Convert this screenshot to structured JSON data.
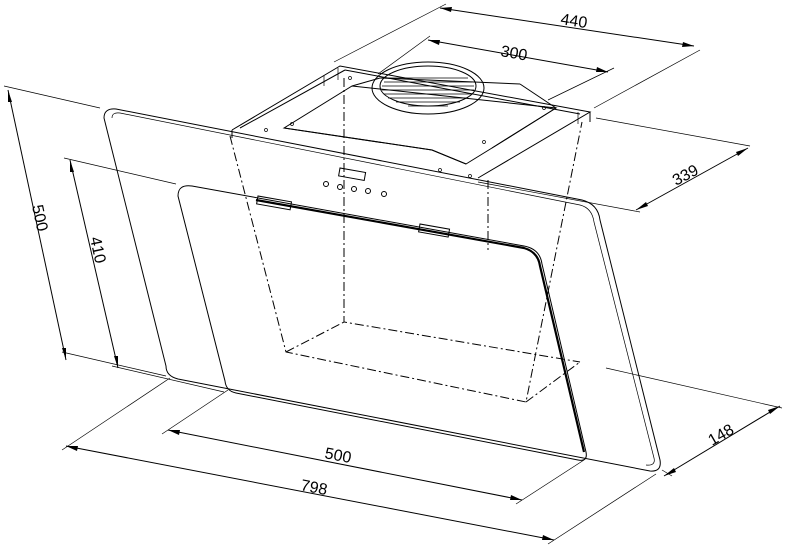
{
  "dimensions": {
    "top_width": "440",
    "motor_width": "300",
    "depth_top": "339",
    "height_total": "500",
    "height_glass": "410",
    "width_inner": "500",
    "width_total": "798",
    "depth_bottom": "148"
  }
}
